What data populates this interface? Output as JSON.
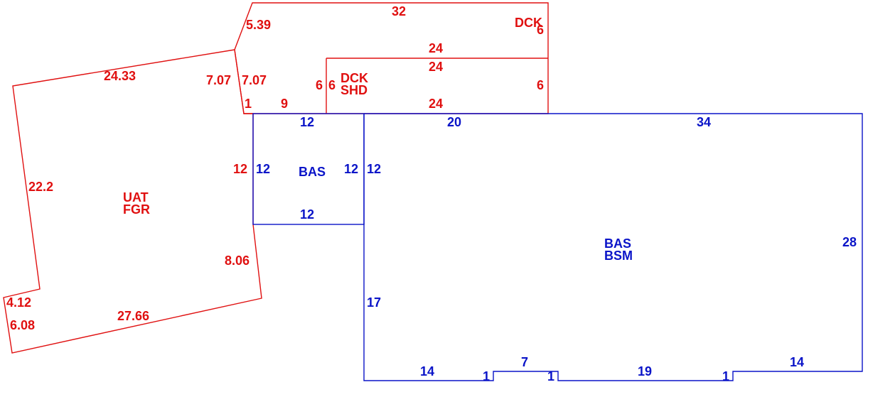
{
  "colors": {
    "red": "#e01010",
    "blue": "#0a14c8",
    "background": "#ffffff"
  },
  "areas": {
    "uat_fgr": {
      "line1": "UAT",
      "line2": "FGR"
    },
    "dck_top": {
      "name": "DCK"
    },
    "dck_shd": {
      "line1": "DCK",
      "line2": "SHD"
    },
    "bas_small": {
      "name": "BAS"
    },
    "bas_bsm": {
      "line1": "BAS",
      "line2": "BSM"
    }
  },
  "dimensions": {
    "red": {
      "d_5_39": "5.39",
      "d_32": "32",
      "d_6_dck_right": "6",
      "d_24_dck_bottom": "24",
      "d_24_shd_top": "24",
      "d_24_shd_bottom": "24",
      "d_6_shd_left_a": "6",
      "d_6_shd_left_b": "6",
      "d_6_shd_right": "6",
      "d_7_07_a": "7.07",
      "d_7_07_b": "7.07",
      "d_1": "1",
      "d_9": "9",
      "d_24_33": "24.33",
      "d_22_2": "22.2",
      "d_12": "12",
      "d_8_06": "8.06",
      "d_4_12": "4.12",
      "d_6_08": "6.08",
      "d_27_66": "27.66"
    },
    "blue": {
      "b_12_top": "12",
      "b_12_left": "12",
      "b_12_right": "12",
      "b_12_bottom": "12",
      "b_12_bsm_left": "12",
      "b_20": "20",
      "b_34": "34",
      "b_28": "28",
      "b_17": "17",
      "b_14_left": "14",
      "b_1_a": "1",
      "b_7": "7",
      "b_1_b": "1",
      "b_19": "19",
      "b_1_c": "1",
      "b_14_right": "14"
    }
  }
}
